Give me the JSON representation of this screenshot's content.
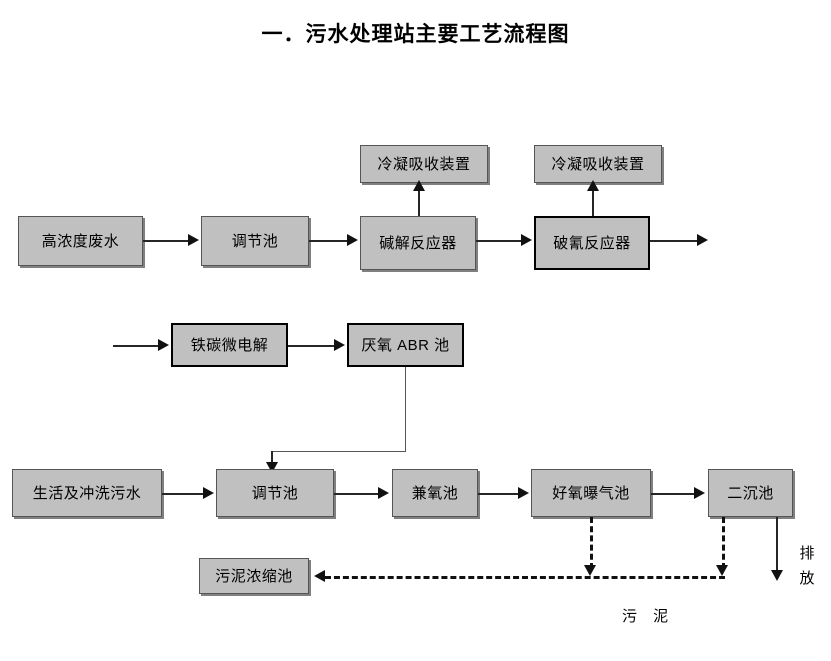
{
  "page": {
    "title": "一．污水处理站主要工艺流程图",
    "background_color": "#ffffff",
    "box_fill_color": "#c0c0c0",
    "line_color": "#262626"
  },
  "rows": {
    "row1": {
      "name": "high-concentration-wastewater-line",
      "boxes": [
        {
          "id": "high-conc-wastewater",
          "label": "高浓度废水"
        },
        {
          "id": "equalization-tank-1",
          "label": "调节池"
        },
        {
          "id": "alkaline-hydrolysis-reactor",
          "label": "碱解反应器"
        },
        {
          "id": "cyanide-breaking-reactor",
          "label": "破氰反应器"
        }
      ],
      "vent_boxes": [
        {
          "id": "condensation-absorber-1",
          "label": "冷凝吸收装置"
        },
        {
          "id": "condensation-absorber-2",
          "label": "冷凝吸收装置"
        }
      ]
    },
    "row2": {
      "name": "pretreatment-line",
      "boxes": [
        {
          "id": "iron-carbon-micro-electrolysis",
          "label": "铁碳微电解"
        },
        {
          "id": "anaerobic-abr-tank",
          "label": "厌氧 ABR 池"
        }
      ]
    },
    "row3": {
      "name": "biological-treatment-line",
      "boxes": [
        {
          "id": "domestic-and-washing-sewage",
          "label": "生活及冲洗污水"
        },
        {
          "id": "equalization-tank-2",
          "label": "调节池"
        },
        {
          "id": "facultative-tank",
          "label": "兼氧池"
        },
        {
          "id": "aerobic-aeration-tank",
          "label": "好氧曝气池"
        },
        {
          "id": "secondary-clarifier",
          "label": "二沉池"
        }
      ]
    },
    "row4": {
      "name": "sludge-line",
      "boxes": [
        {
          "id": "sludge-thickening-tank",
          "label": "污泥浓缩池"
        }
      ]
    }
  },
  "annotations": {
    "sludge_label": "污 泥",
    "discharge_label_line1": "排",
    "discharge_label_line2": "放"
  }
}
